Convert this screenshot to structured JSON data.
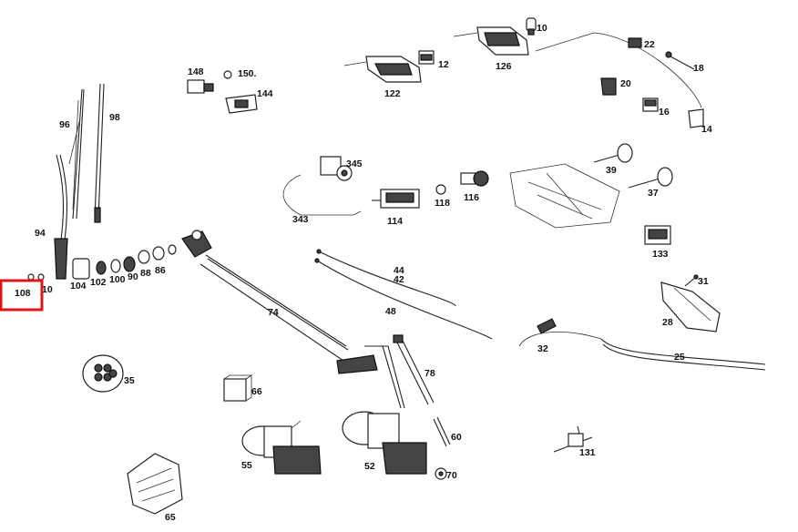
{
  "labels": {
    "l10a": "10",
    "l12": "12",
    "l126": "126",
    "l22": "22",
    "l18": "18",
    "l148": "148",
    "l150": "150.",
    "l144": "144",
    "l122": "122",
    "l20": "20",
    "l16": "16",
    "l14": "14",
    "l96": "96",
    "l98": "98",
    "l345": "345",
    "l39": "39",
    "l37": "37",
    "l343": "343",
    "l114": "114",
    "l118": "118",
    "l116": "116",
    "l133": "133",
    "l94": "94",
    "l104": "104",
    "l102": "102",
    "l100": "100",
    "l90": "90",
    "l88": "88",
    "l86": "86",
    "l108": "108",
    "l110": "10",
    "l44": "44",
    "l42": "42",
    "l31": "31",
    "l48": "48",
    "l28": "28",
    "l74": "74",
    "l32": "32",
    "l25": "25",
    "l35": "35",
    "l78": "78",
    "l66": "66",
    "l60": "60",
    "l55": "55",
    "l52": "52",
    "l70": "70",
    "l131": "131",
    "l65": "65"
  },
  "highlight": {
    "target": "108",
    "color": "#e0141c"
  }
}
